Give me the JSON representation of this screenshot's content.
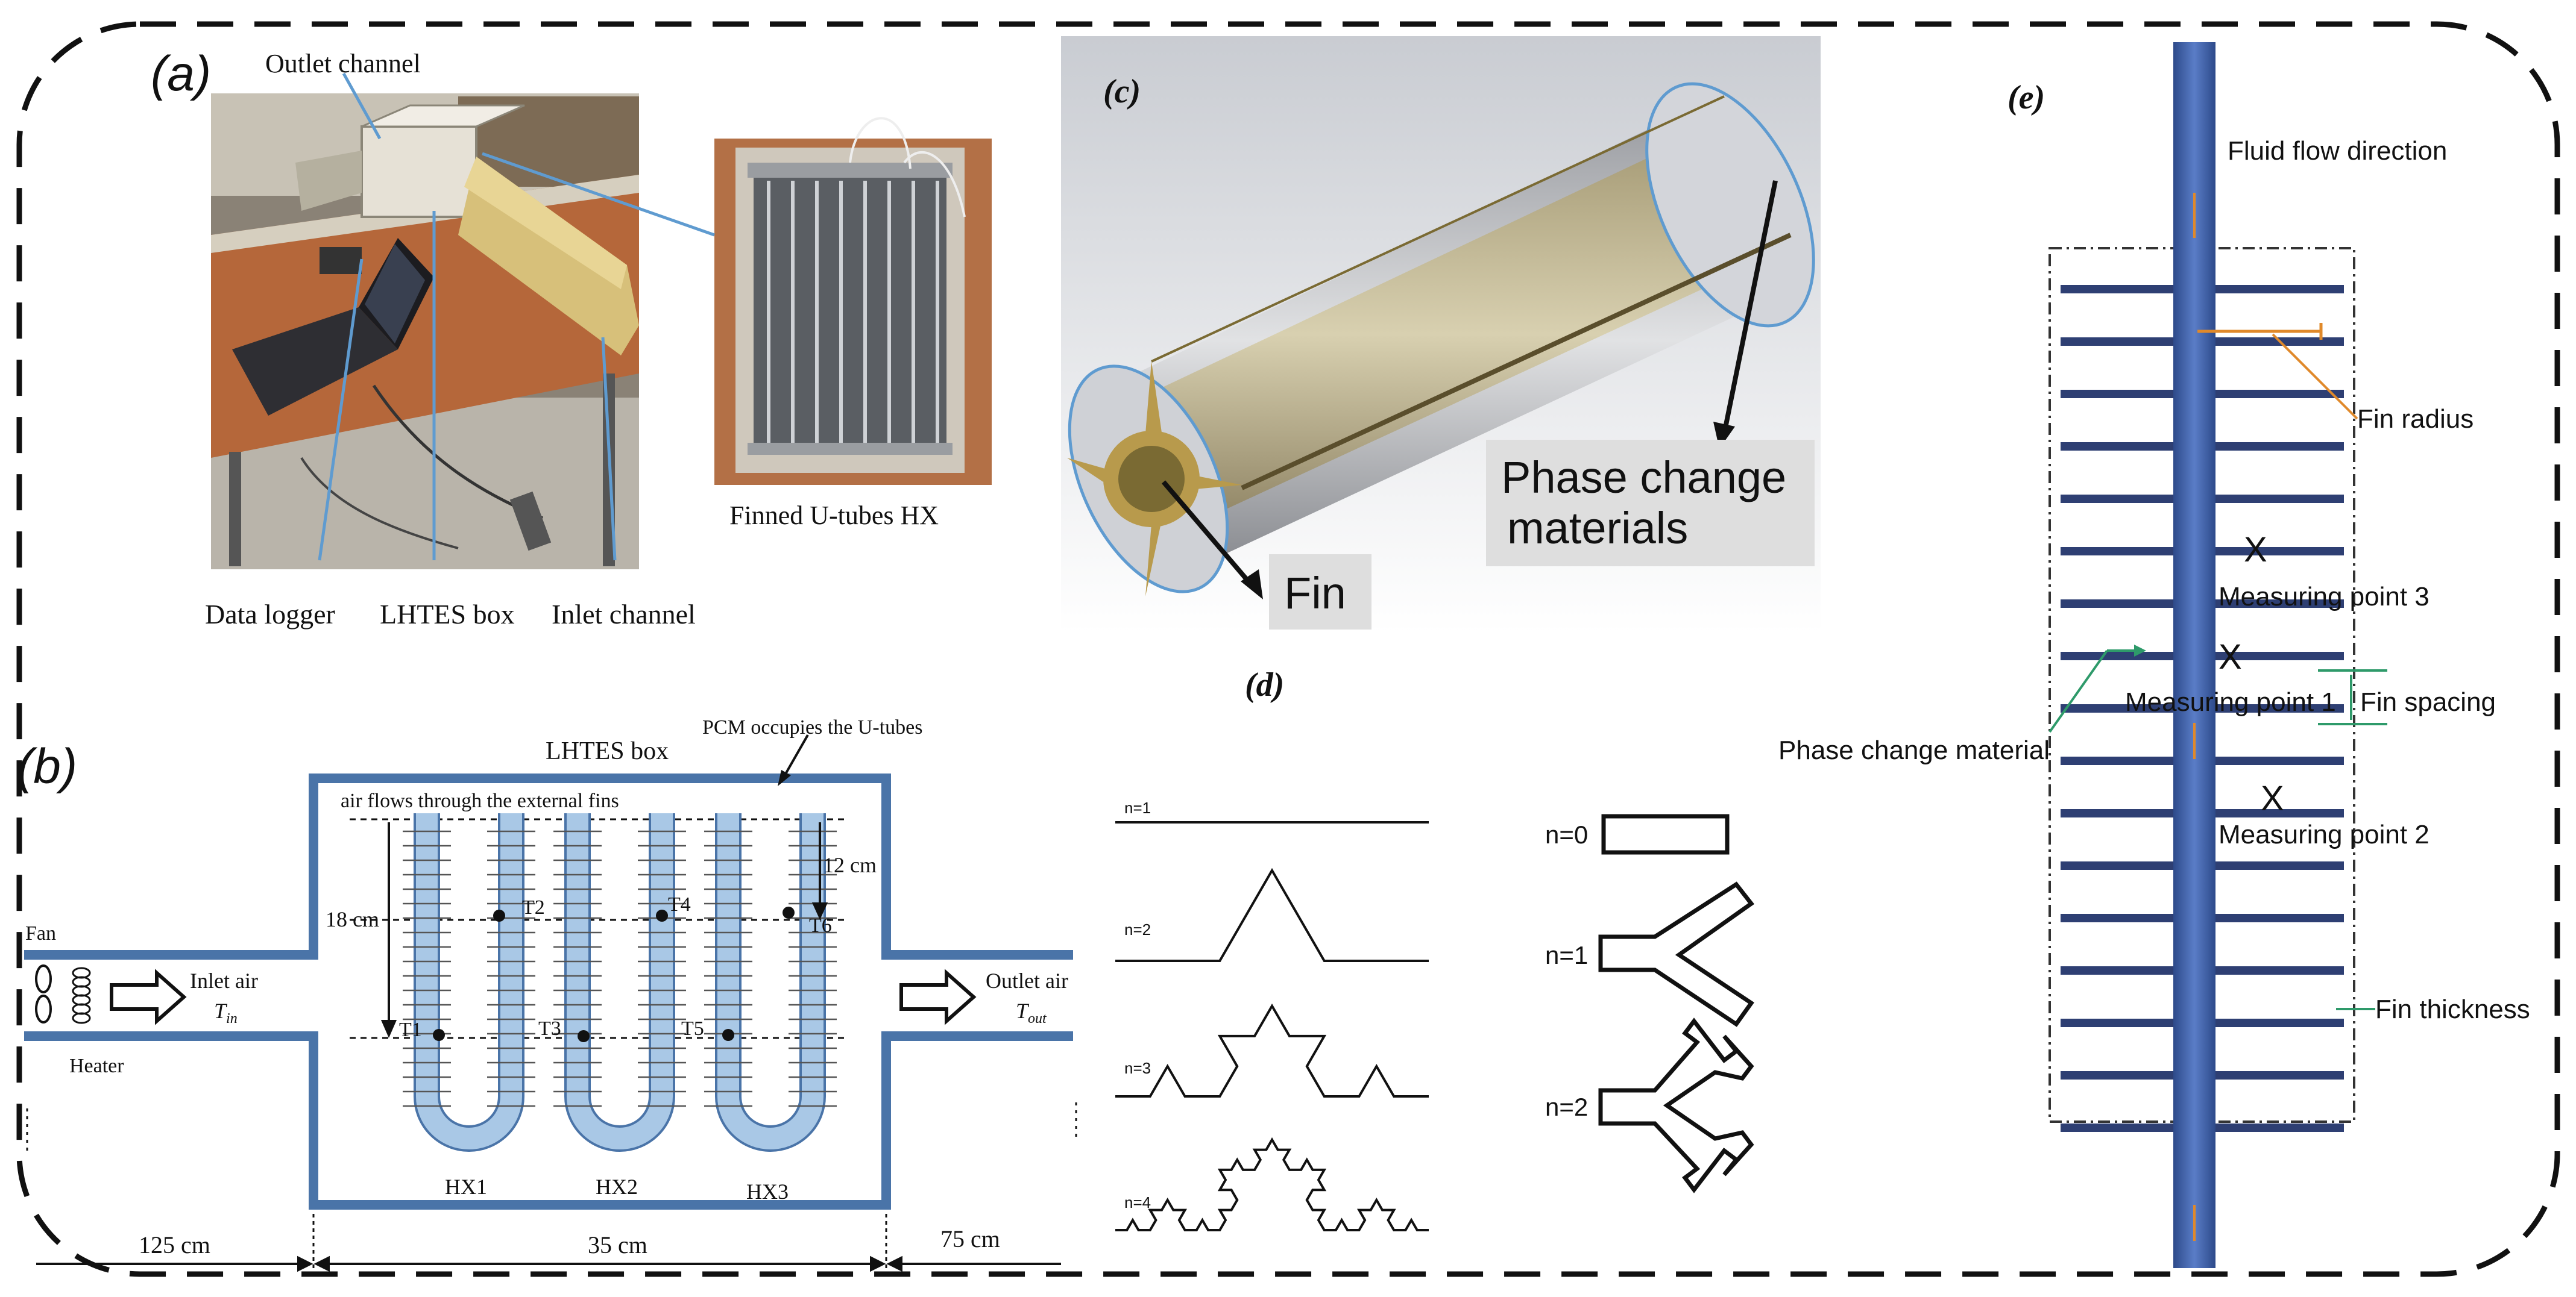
{
  "panels": {
    "a": {
      "letter": "(a)",
      "labels": {
        "outlet_channel": "Outlet channel",
        "finned_hx": "Finned U-tubes HX",
        "data_logger": "Data logger",
        "lhtes_box": "LHTES box",
        "inlet_channel": "Inlet channel"
      }
    },
    "b": {
      "letter": "(b)",
      "labels": {
        "lhtes_box": "LHTES box",
        "pcm_occupies": "PCM occupies the U-tubes",
        "air_flows": "air flows through the external fins",
        "fan": "Fan",
        "heater": "Heater",
        "inlet_air": "Inlet air",
        "t_in": "T",
        "t_in_sub": "in",
        "outlet_air": "Outlet air",
        "t_out": "T",
        "t_out_sub": "out",
        "dim_18": "18 cm",
        "dim_12": "12 cm",
        "dim_125": "125 cm",
        "dim_35": "35 cm",
        "dim_75": "75 cm",
        "t1": "T1",
        "t2": "T2",
        "t3": "T3",
        "t4": "T4",
        "t5": "T5",
        "t6": "T6",
        "hx1": "HX1",
        "hx2": "HX2",
        "hx3": "HX3"
      }
    },
    "c": {
      "letter": "(c)",
      "labels": {
        "pcm_line1": "Phase change",
        "pcm_line2": "materials",
        "fin": "Fin"
      }
    },
    "d": {
      "letter": "(d)",
      "koch_labels": [
        "n=1",
        "n=2",
        "n=3",
        "n=4"
      ],
      "tree_labels": [
        "n=0",
        "n=1",
        "n=2"
      ]
    },
    "e": {
      "letter": "(e)",
      "labels": {
        "fluid_flow": "Fluid flow direction",
        "fin_radius": "Fin radius",
        "x_mark": "X",
        "measuring_point_3": "Measuring point 3",
        "measuring_point_1": "Measuring point 1",
        "fin_spacing": "Fin spacing",
        "phase_change_material": "Phase change material",
        "measuring_point_2": "Measuring point 2",
        "fin_thickness": "Fin thickness"
      }
    }
  },
  "colors": {
    "tube_blue": "#3d5fa6",
    "duct_blue": "#4a74a8",
    "pcm_light_blue": "#a9c8e6",
    "orange_arrow": "#e0892a",
    "green_arrow": "#2e9a6a",
    "callout_line": "#5f9bd0",
    "label_box_grey": "#dedede",
    "pcm_gold": "#c7b98e"
  }
}
